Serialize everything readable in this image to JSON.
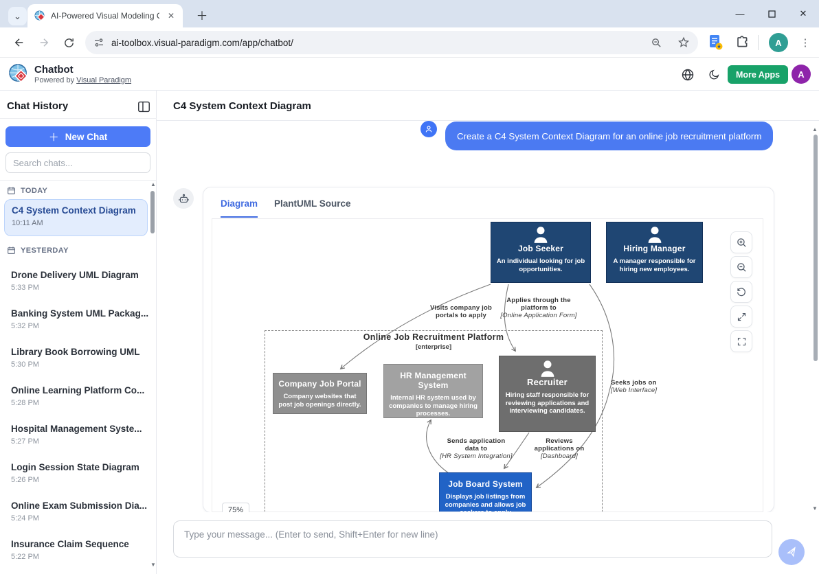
{
  "browser": {
    "tab_title": "AI-Powered Visual Modeling Ch",
    "url": "ai-toolbox.visual-paradigm.com/app/chatbot/",
    "profile_initial": "A"
  },
  "app_header": {
    "title": "Chatbot",
    "powered_by": "Powered by",
    "powered_by_link": "Visual Paradigm",
    "more_apps": "More Apps",
    "avatar_initial": "A"
  },
  "sidebar": {
    "title": "Chat History",
    "new_chat": "New Chat",
    "search_placeholder": "Search chats...",
    "today_label": "TODAY",
    "yesterday_label": "YESTERDAY",
    "today_items": [
      {
        "title": "C4 System Context Diagram",
        "time": "10:11 AM",
        "selected": true
      }
    ],
    "yesterday_items": [
      {
        "title": "Drone Delivery UML Diagram",
        "time": "5:33 PM"
      },
      {
        "title": "Banking System UML Packag...",
        "time": "5:32 PM"
      },
      {
        "title": "Library Book Borrowing UML",
        "time": "5:30 PM"
      },
      {
        "title": "Online Learning Platform Co...",
        "time": "5:28 PM"
      },
      {
        "title": "Hospital Management Syste...",
        "time": "5:27 PM"
      },
      {
        "title": "Login Session State Diagram",
        "time": "5:26 PM"
      },
      {
        "title": "Online Exam Submission Dia...",
        "time": "5:24 PM"
      },
      {
        "title": "Insurance Claim Sequence",
        "time": "5:22 PM"
      }
    ]
  },
  "main": {
    "page_title": "C4 System Context Diagram",
    "user_message": "Create a C4 System Context Diagram for an online job recruitment platform",
    "tab_diagram": "Diagram",
    "tab_source": "PlantUML Source",
    "zoom_badge": "75%",
    "input_placeholder": "Type your message... (Enter to send, Shift+Enter for new line)"
  },
  "diagram": {
    "boundary_title": "Online Job Recruitment Platform",
    "boundary_subtitle": "[enterprise]",
    "nodes": [
      {
        "title": "Job Seeker",
        "desc": "An individual looking for job opportunities.",
        "type": "person"
      },
      {
        "title": "Hiring Manager",
        "desc": "A manager responsible for hiring new employees.",
        "type": "person"
      },
      {
        "title": "Company Job Portal",
        "desc": "Company websites that post job openings directly.",
        "type": "external-system"
      },
      {
        "title": "HR Management System",
        "desc": "Internal HR system used by companies to manage hiring processes.",
        "type": "external-system"
      },
      {
        "title": "Recruiter",
        "desc": "Hiring staff responsible for reviewing applications and interviewing candidates.",
        "type": "external-person"
      },
      {
        "title": "Job Board System",
        "desc": "Displays job listings from companies and allows job seekers to apply",
        "type": "system"
      }
    ],
    "edges": [
      {
        "from": "Job Seeker",
        "to": "Company Job Portal",
        "label": "Visits company job portals to apply",
        "tech": ""
      },
      {
        "from": "Job Seeker",
        "to": "Recruiter",
        "label": "Applies through the platform to",
        "tech": "[Online Application Form]"
      },
      {
        "from": "Job Seeker",
        "to": "Job Board System",
        "label": "Seeks jobs on",
        "tech": "[Web Interface]"
      },
      {
        "from": "Job Board System",
        "to": "HR Management System",
        "label": "Sends application data to",
        "tech": "[HR System Integration]"
      },
      {
        "from": "Recruiter",
        "to": "Job Board System",
        "label": "Reviews applications on",
        "tech": "[Dashboard]"
      }
    ]
  },
  "colors": {
    "person": "#1f4673",
    "system": "#2163c6",
    "external_person": "#6e6e6e",
    "external_system": "#999999",
    "accent_blue": "#4b7af2",
    "more_apps_green": "#18a269",
    "selected_chat_bg": "#e3edfd",
    "browser_avatar_bg": "#2f9e94",
    "app_avatar_bg": "#8e24aa"
  }
}
